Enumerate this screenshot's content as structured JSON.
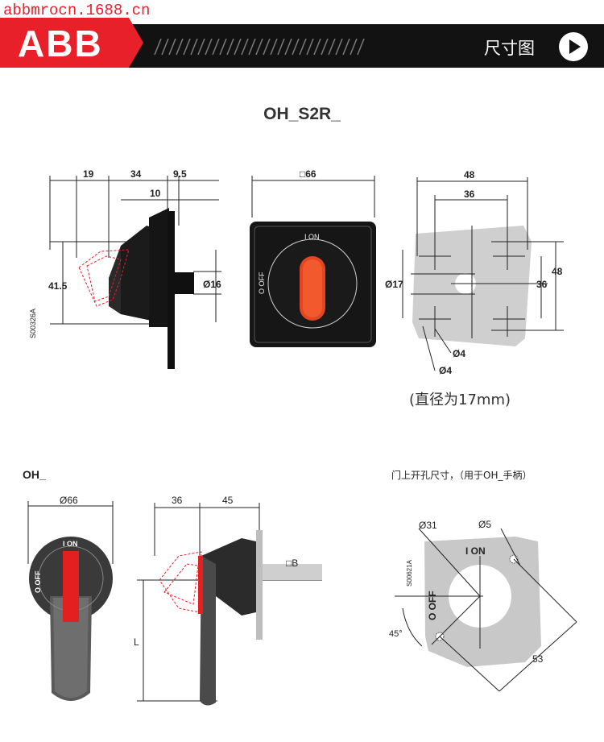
{
  "watermark": "abbmrocn.1688.cn",
  "header": {
    "logo_text": "ABB",
    "section_label": "尺寸图",
    "play_icon": "play-circle-icon",
    "brand_red": "#e8202a",
    "bar_color": "#121212"
  },
  "fig1": {
    "title": "OH_S2R_",
    "side": {
      "dim_19": "19",
      "dim_34": "34",
      "dim_9_5": "9.5",
      "dim_10": "10",
      "dim_41_5": "41.5",
      "dim_d16": "Ø16",
      "code": "S00326A"
    },
    "front": {
      "dim_66": "□66",
      "on_label": "I ON",
      "off_label": "O OFF"
    },
    "cutout": {
      "dim_48_top": "48",
      "dim_36_top": "36",
      "dim_48_right": "48",
      "dim_36_right": "36",
      "dim_d17": "Ø17",
      "dim_d4_a": "Ø4",
      "dim_d4_b": "Ø4",
      "note": "(直径为17mm)"
    }
  },
  "fig2": {
    "title": "OH_",
    "front": {
      "dim_d66": "Ø66",
      "on_label": "I ON",
      "off_label": "O OFF"
    },
    "side": {
      "dim_36": "36",
      "dim_45": "45",
      "shaft_label": "□B",
      "length_label": "L"
    },
    "cutout": {
      "caption": "门上开孔尺寸，（用于OH_手柄）",
      "dim_d31": "Ø31",
      "dim_d5": "Ø5",
      "on_label": "I ON",
      "off_label": "O OFF",
      "angle": "45°",
      "dim_53": "53",
      "code": "S00621A"
    }
  }
}
